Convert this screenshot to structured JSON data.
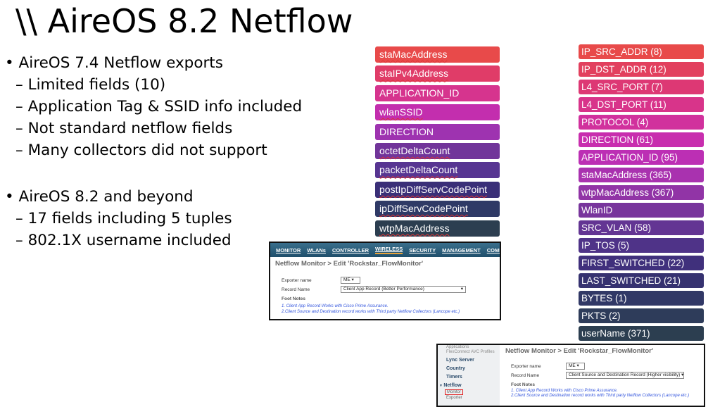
{
  "title": "\\\\ AireOS 8.2 Netflow",
  "bullets": [
    {
      "level": 1,
      "text": "AireOS 7.4 Netflow exports"
    },
    {
      "level": 2,
      "text": "Limited fields (10)"
    },
    {
      "level": 2,
      "text": "Application Tag & SSID info included"
    },
    {
      "level": 2,
      "text": "Not standard netflow fields"
    },
    {
      "level": 2,
      "text": "Many collectors did not support"
    },
    {
      "level": 1,
      "text": "AireOS 8.2 and beyond"
    },
    {
      "level": 2,
      "text": "17 fields including 5 tuples"
    },
    {
      "level": 2,
      "text": "802.1X username included"
    }
  ],
  "bullet_glyph": "•",
  "dash_glyph": "–",
  "fields_74": [
    {
      "label": "staMacAddress",
      "color": "#E84A4A"
    },
    {
      "label": "staIPv4Address",
      "color": "#E03C68"
    },
    {
      "label": "APPLICATION_ID",
      "color": "#D6348E"
    },
    {
      "label": "wlanSSID",
      "color": "#C32EAE"
    },
    {
      "label": "DIRECTION",
      "color": "#9E33B0"
    },
    {
      "label": "octetDeltaCount",
      "color": "#71359A"
    },
    {
      "label": "packetDeltaCount",
      "color": "#573592"
    },
    {
      "label": "postIpDiffServCodePoint",
      "color": "#3A2F78"
    },
    {
      "label": "ipDiffServCodePoint",
      "color": "#2F3A66"
    },
    {
      "label": "wtpMacAddress",
      "color": "#2C3E50"
    }
  ],
  "fields_82": [
    {
      "label": "IP_SRC_ADDR (8)",
      "color": "#E84A4A"
    },
    {
      "label": "IP_DST_ADDR (12)",
      "color": "#E2405E"
    },
    {
      "label": "L4_SRC_PORT (7)",
      "color": "#DD3874"
    },
    {
      "label": "L4_DST_PORT (11)",
      "color": "#D8348A"
    },
    {
      "label": "PROTOCOL (4)",
      "color": "#D1319D"
    },
    {
      "label": "DIRECTION (61)",
      "color": "#C82EAE"
    },
    {
      "label": "APPLICATION_ID (95)",
      "color": "#BC2FB4"
    },
    {
      "label": "staMacAddress (365)",
      "color": "#A932AF"
    },
    {
      "label": "wtpMacAddress (367)",
      "color": "#9134A6"
    },
    {
      "label": "WlanID",
      "color": "#78359C"
    },
    {
      "label": "SRC_VLAN (58)",
      "color": "#633593"
    },
    {
      "label": "IP_TOS (5)",
      "color": "#4F3388"
    },
    {
      "label": "FIRST_SWITCHED (22)",
      "color": "#40307C"
    },
    {
      "label": "LAST_SWITCHED (21)",
      "color": "#363270"
    },
    {
      "label": "BYTES (1)",
      "color": "#313866"
    },
    {
      "label": "PKTS (2)",
      "color": "#2E3C5A"
    },
    {
      "label": "userName (371)",
      "color": "#2C3E50"
    }
  ],
  "screenshot1": {
    "nav": [
      "MONITOR",
      "WLANs",
      "CONTROLLER",
      "WIRELESS",
      "SECURITY",
      "MANAGEMENT",
      "COMMANDS"
    ],
    "active_nav": "WIRELESS",
    "heading": "Netflow Monitor > Edit  'Rockstar_FlowMonitor'",
    "exporter_label": "Exporter name",
    "exporter_value": "ME",
    "record_label": "Record Name",
    "record_value": "Client App Record (Better Performance)",
    "foot_title": "Foot Notes",
    "notes": [
      "1. Client App Record Works with Cisco Prime Assurance.",
      "2.Client Source and Destination record works with Third party Netflow Collectors (Lancope etc.)"
    ]
  },
  "screenshot2": {
    "sidebar": [
      "Applications",
      "FlexConnect AVC Profiles",
      "Lync Server",
      "Country",
      "Timers",
      "Netflow",
      "Monitor",
      "Exporter"
    ],
    "heading": "Netflow Monitor > Edit  'Rockstar_FlowMonitor'",
    "exporter_label": "Exporter name",
    "exporter_value": "ME",
    "record_label": "Record Name",
    "record_value": "Client Source and Destination Record (Higher visibility)",
    "foot_title": "Foot Notes",
    "notes": [
      "1. Client App Record Works with Cisco Prime Assurance.",
      "2.Client Source and Destination record works with Third party Netflow Collectors (Lancope etc.)"
    ]
  }
}
